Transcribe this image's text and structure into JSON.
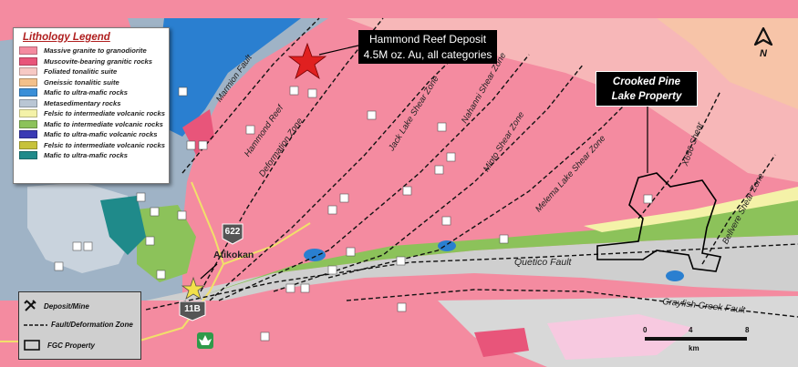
{
  "legend": {
    "title": "Lithology Legend",
    "items": [
      {
        "label": "Massive granite to granodiorite",
        "color": "#f48ba0"
      },
      {
        "label": "Muscovite-bearing granitic rocks",
        "color": "#e8557a"
      },
      {
        "label": "Foliated tonalitic suite",
        "color": "#f7c9c4"
      },
      {
        "label": "Gneissic tonalitic suite",
        "color": "#f3c08a"
      },
      {
        "label": "Mafic to ultra-mafic rocks",
        "color": "#3a8fd8"
      },
      {
        "label": "Metasedimentary rocks",
        "color": "#b9c6d4"
      },
      {
        "label": "Felsic to intermediate volcanic rocks",
        "color": "#f4f2a8"
      },
      {
        "label": "Mafic to intermediate volcanic rocks",
        "color": "#8cc25a"
      },
      {
        "label": "Mafic to ultra-mafic volcanic rocks",
        "color": "#3a3ab4"
      },
      {
        "label": "Felsic to intermediate volcanic rocks",
        "color": "#c7c23a"
      },
      {
        "label": "Mafic to ultra-mafic rocks",
        "color": "#1f8a8a"
      }
    ]
  },
  "callouts": {
    "hammond_line1": "Hammond Reef Deposit",
    "hammond_line2": "4.5M oz. Au, all categories",
    "crooked_line1": "Crooked Pine",
    "crooked_line2": "Lake Property"
  },
  "map_labels": {
    "marmion_fault": "Marmion Fault",
    "hammond_zone_1": "Hammond Reef",
    "hammond_zone_2": "Deformation Zone",
    "jack_lake": "Jack Lake Shear Zone",
    "nahanni": "Nahanni Shear Zone",
    "minto": "Minto Shear Zone",
    "melema": "Melema Lake Shear Zone",
    "x656": "X656 Shear",
    "bellvere": "Bellvere Shear Zone",
    "quetico": "Quetico Fault",
    "crayfish": "Crayfish Creek Fault",
    "atikokan": "Atikokan",
    "hwy622": "622",
    "hwy11b": "11B"
  },
  "key": {
    "deposit": "Deposit/Mine",
    "fault": "Fault/Deformation Zone",
    "property": "FGC Property"
  },
  "north": "N",
  "scale": {
    "ticks": [
      "0",
      "4",
      "8"
    ],
    "unit": "km"
  },
  "colors": {
    "deposit_star": "#e02020",
    "town_star": "#f2e14a",
    "fault_line": "#111111"
  }
}
